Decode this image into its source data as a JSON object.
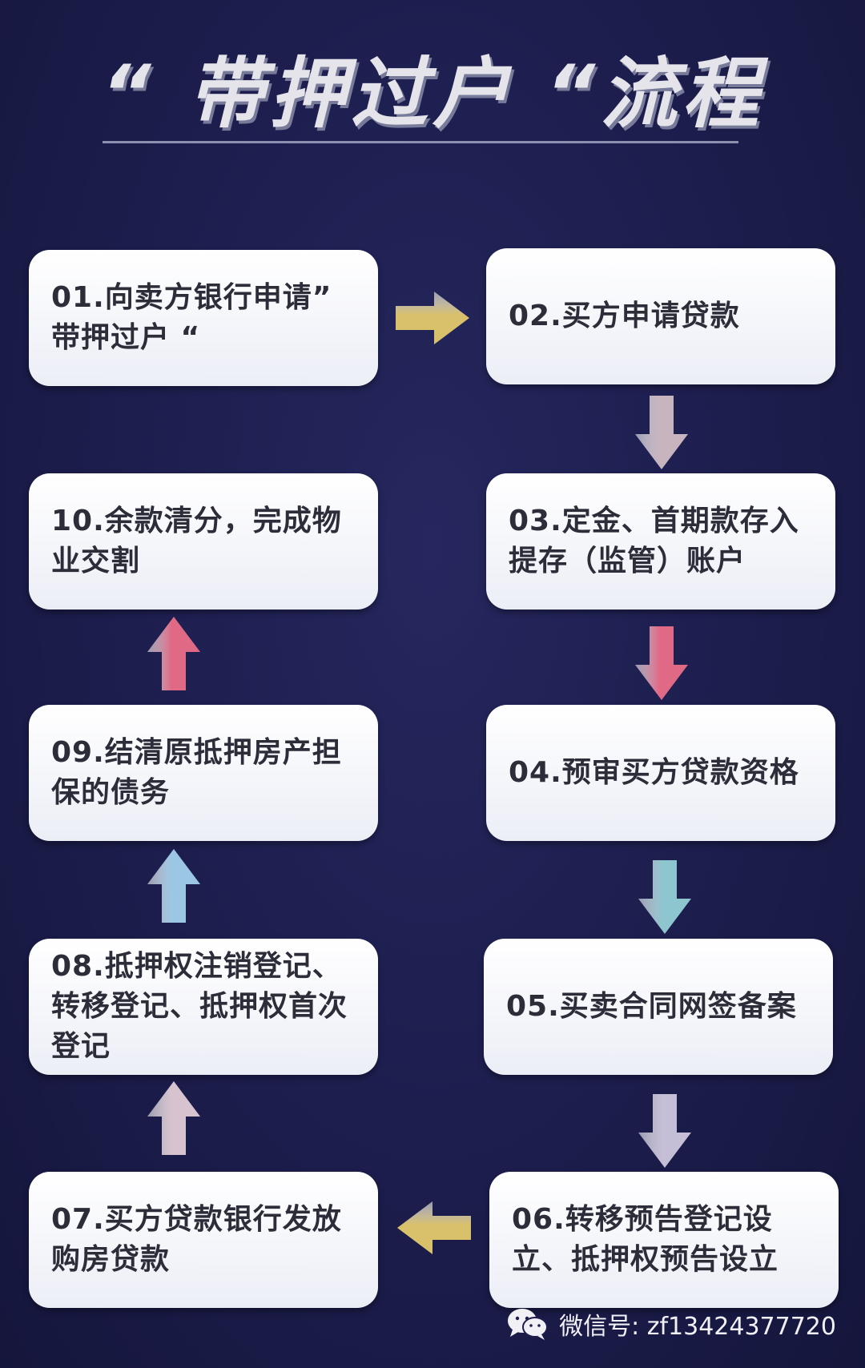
{
  "title": "“ 带押过户 “流程",
  "steps": {
    "s01": "01.向卖方银行申请” 带押过户 “",
    "s02": "02.买方申请贷款",
    "s03": "03.定金、首期款存入提存（监管）账户",
    "s04": "04.预审买方贷款资格",
    "s05": "05.买卖合同网签备案",
    "s06": "06.转移预告登记设立、抵押权预告设立",
    "s07": "07.买方贷款银行发放购房贷款",
    "s08": "08.抵押权注销登记、转移登记、抵押权首次登记",
    "s09": "09.结清原抵押房产担保的债务",
    "s10": "10.余款清分，完成物业交割"
  },
  "arrows": {
    "a01_02": {
      "direction": "right",
      "color": "#d9c06a"
    },
    "a02_03": {
      "direction": "down",
      "color": "#c8b4bf"
    },
    "a03_04": {
      "direction": "down",
      "color": "#e06a86"
    },
    "a04_05": {
      "direction": "down",
      "color": "#8dc6cf"
    },
    "a05_06": {
      "direction": "down",
      "color": "#c4bed6"
    },
    "a06_07": {
      "direction": "left",
      "color": "#d9c06a"
    },
    "a07_08": {
      "direction": "up",
      "color": "#d7c3cf"
    },
    "a08_09": {
      "direction": "up",
      "color": "#9cc7e4"
    },
    "a09_10": {
      "direction": "up",
      "color": "#e06a86"
    }
  },
  "watermark": {
    "icon": "wechat-icon",
    "text": "微信号: zf13424377720"
  }
}
